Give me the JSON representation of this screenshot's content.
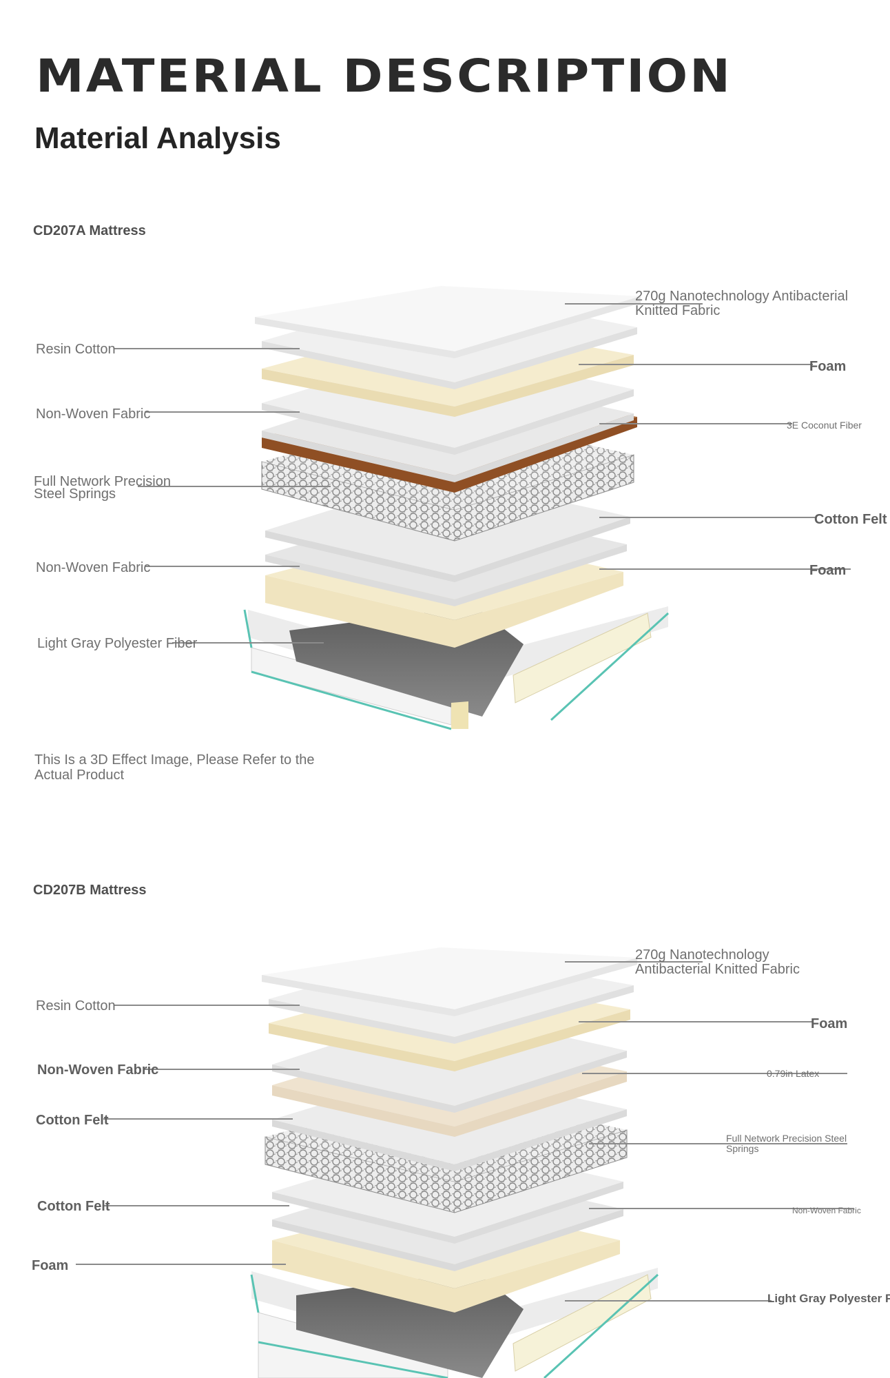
{
  "page": {
    "heading": "MATERIAL DESCRIPTION",
    "subheading": "Material Analysis"
  },
  "mattress_a": {
    "title": "CD207A Mattress",
    "labels": {
      "top_fabric": "270g Nanotechnology Antibacterial Knitted Fabric",
      "resin_cotton": "Resin Cotton",
      "foam_1": "Foam",
      "non_woven_1": "Non-Woven Fabric",
      "coconut_fiber": "3E Coconut Fiber",
      "springs": "Full Network Precision Steel Springs",
      "cotton_felt": "Cotton Felt",
      "non_woven_2": "Non-Woven Fabric",
      "foam_2": "Foam",
      "polyester_fiber": "Light Gray Polyester Fiber"
    },
    "note": "This Is a 3D Effect Image, Please Refer to the Actual Product"
  },
  "mattress_b": {
    "title": "CD207B Mattress",
    "labels": {
      "top_fabric": "270g Nanotechnology Antibacterial Knitted Fabric",
      "resin_cotton": "Resin Cotton",
      "foam_1": "Foam",
      "non_woven_1": "Non-Woven Fabric",
      "latex": "0.79in Latex",
      "cotton_felt_1": "Cotton Felt",
      "springs": "Full Network Precision Steel Springs",
      "cotton_felt_2": "Cotton Felt",
      "non_woven_2": "Non-Woven Fabric",
      "foam_2": "Foam",
      "polyester_fiber": "Light Gray Polyester F"
    }
  },
  "colors": {
    "heading": "#2b2b2b",
    "label": "#6f6f6f",
    "foam": "#f3e7c5",
    "coconut": "#9a5a2c",
    "frame_edge": "#59c3b3",
    "base": "#707070"
  }
}
